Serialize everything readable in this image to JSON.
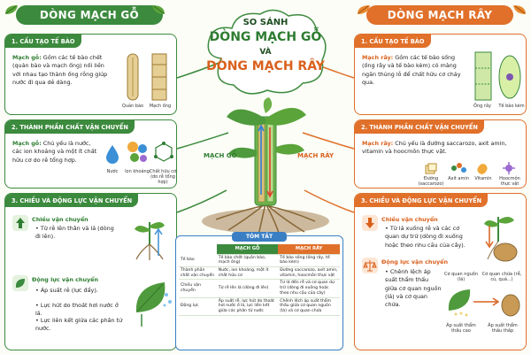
{
  "left_header": "DÒNG MẠCH GỖ",
  "right_header": "DÒNG MẠCH RÂY",
  "title": {
    "line1": "SO SÁNH",
    "line2": "DÒNG MẠCH GỖ",
    "line3": "VÀ",
    "line4": "DÒNG MẠCH RÂY"
  },
  "left": {
    "s1": {
      "title": "1. CẤU TẠO TẾ BÀO",
      "bold": "Mạch gỗ:",
      "text": " Gồm các tế bào chết (quản bào và mạch ống) nối liền với nhau tạo thành ống rỗng giúp nước đi qua dễ dàng.",
      "img1": "Quản bào",
      "img2": "Mạch ống"
    },
    "s2": {
      "title": "2. THÀNH PHẦN CHẤT VẬN CHUYỂN",
      "bold": "Mạch gỗ:",
      "text": " Chủ yếu là nước, các ion khoáng và một ít chất hữu cơ do rễ tổng hợp.",
      "i1": "Nước",
      "i2": "Ion khoáng",
      "i3": "Chất hữu cơ (do rễ tổng hợp)"
    },
    "s3": {
      "title": "3. CHIỀU VÀ ĐỘNG LỰC VẬN CHUYỂN",
      "dir_title": "Chiều vận chuyển",
      "dir_text": "Từ rễ lên thân và lá (dòng đi lên).",
      "force_title": "Động lực vận chuyển",
      "f1": "Áp suất rễ (lực đẩy).",
      "f2": "Lực hút do thoát hơi nước ở lá.",
      "f3": "Lực liên kết giữa các phân tử nước."
    }
  },
  "right": {
    "s1": {
      "title": "1. CẤU TẠO TẾ BÀO",
      "bold": "Mạch rây:",
      "text": " Gồm các tế bào sống (ống rây và tế bào kèm) có màng ngăn thủng lỗ để chất hữu cơ chảy qua.",
      "img1": "Ống rây",
      "img2": "Tế bào kèm"
    },
    "s2": {
      "title": "2. THÀNH PHẦN CHẤT VẬN CHUYỂN",
      "bold": "Mạch rây:",
      "text": " Chủ yếu là đường saccarozo, axit amin, vitamin và hoocmôn thực vật.",
      "i1": "Đường (saccarozo)",
      "i2": "Axit amin",
      "i3": "Vitamin",
      "i4": "Hoocmôn thực vật"
    },
    "s3": {
      "title": "3. CHIỀU VÀ ĐỘNG LỰC VẬN CHUYỂN",
      "dir_title": "Chiều vận chuyển",
      "dir_text": "Từ lá xuống rễ và các cơ quan dự trữ (dòng đi xuống hoặc theo nhu cầu của cây).",
      "force_title": "Động lực vận chuyển",
      "f1": "Chênh lệch áp suất thẩm thấu giữa cơ quan nguồn (lá) và cơ quan chứa.",
      "src": "Cơ quan nguồn (lá)",
      "sink": "Cơ quan chứa (rễ, củ, quả...)",
      "p1": "Áp suất thẩm thấu cao",
      "p2": "Áp suất thẩm thấu thấp"
    }
  },
  "plant": {
    "left_label": "MẠCH GỖ",
    "right_label": "MẠCH RÂY"
  },
  "summary": {
    "title": "TÓM TẮT",
    "col1": "MẠCH GỖ",
    "col2": "MẠCH RÂY",
    "rows": [
      {
        "label": "Tế bào",
        "a": "Tế bào chết (quản bào, mạch ống)",
        "b": "Tế bào sống (ống rây, tế bào kèm)"
      },
      {
        "label": "Thành phần chất vận chuyển",
        "a": "Nước, ion khoáng, một ít chất hữu cơ",
        "b": "Đường saccarozo, axit amin, vitamin, hoocmôn thực vật"
      },
      {
        "label": "Chiều vận chuyển",
        "a": "Từ rễ lên lá (dòng đi lên)",
        "b": "Từ lá đến rễ và cơ quan dự trữ (dòng đi xuống hoặc theo nhu cầu của cây)"
      },
      {
        "label": "Động lực",
        "a": "Áp suất rễ, lực hút do thoát hơi nước ở lá, lực liên kết giữa các phân tử nước",
        "b": "Chênh lệch áp suất thẩm thấu giữa cơ quan nguồn (lá) và cơ quan chứa"
      }
    ]
  },
  "colors": {
    "green": "#3c8a3e",
    "orange": "#e0702a"
  }
}
